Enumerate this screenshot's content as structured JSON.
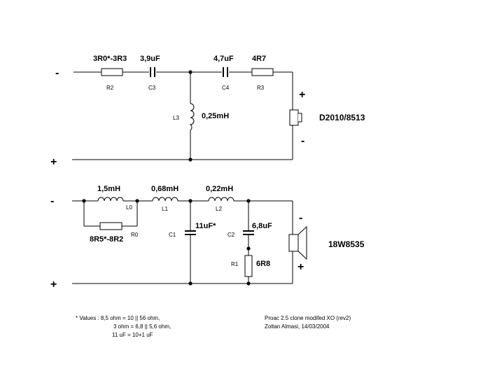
{
  "tweeter": {
    "r2": {
      "value": "3R0*-3R3",
      "ref": "R2"
    },
    "c3": {
      "value": "3,9uF",
      "ref": "C3"
    },
    "c4": {
      "value": "4,7uF",
      "ref": "C4"
    },
    "r3": {
      "value": "4R7",
      "ref": "R3"
    },
    "l3": {
      "value": "0,25mH",
      "ref": "L3"
    },
    "driver": "D2010/8513",
    "input_minus": "-",
    "input_plus": "+",
    "driver_plus": "+",
    "driver_minus": "-"
  },
  "woofer": {
    "l0": {
      "value": "1,5mH",
      "ref": "L0"
    },
    "l1": {
      "value": "0,68mH",
      "ref": "L1"
    },
    "l2": {
      "value": "0,22mH",
      "ref": "L2"
    },
    "r0": {
      "value": "8R5*-8R2",
      "ref": "R0"
    },
    "c1": {
      "value": "11uF*",
      "ref": "C1"
    },
    "c2": {
      "value": "6,8uF",
      "ref": "C2"
    },
    "r1": {
      "value": "6R8",
      "ref": "R1"
    },
    "driver": "18W8535",
    "input_minus": "-",
    "input_plus": "+",
    "driver_minus": "-",
    "driver_plus": "+"
  },
  "notes": {
    "values_line1": "* Values : 8,5 ohm =  10 || 56 ohm,",
    "values_line2": "3 ohm = 6,8 || 5,6 ohm,",
    "values_line3": "11 uF   = 10+1 uF",
    "title_line1": "Proac 2.5 clone modifed XO (rev2)",
    "title_line2": "Zoltan Almasi, 14/03/2004"
  }
}
